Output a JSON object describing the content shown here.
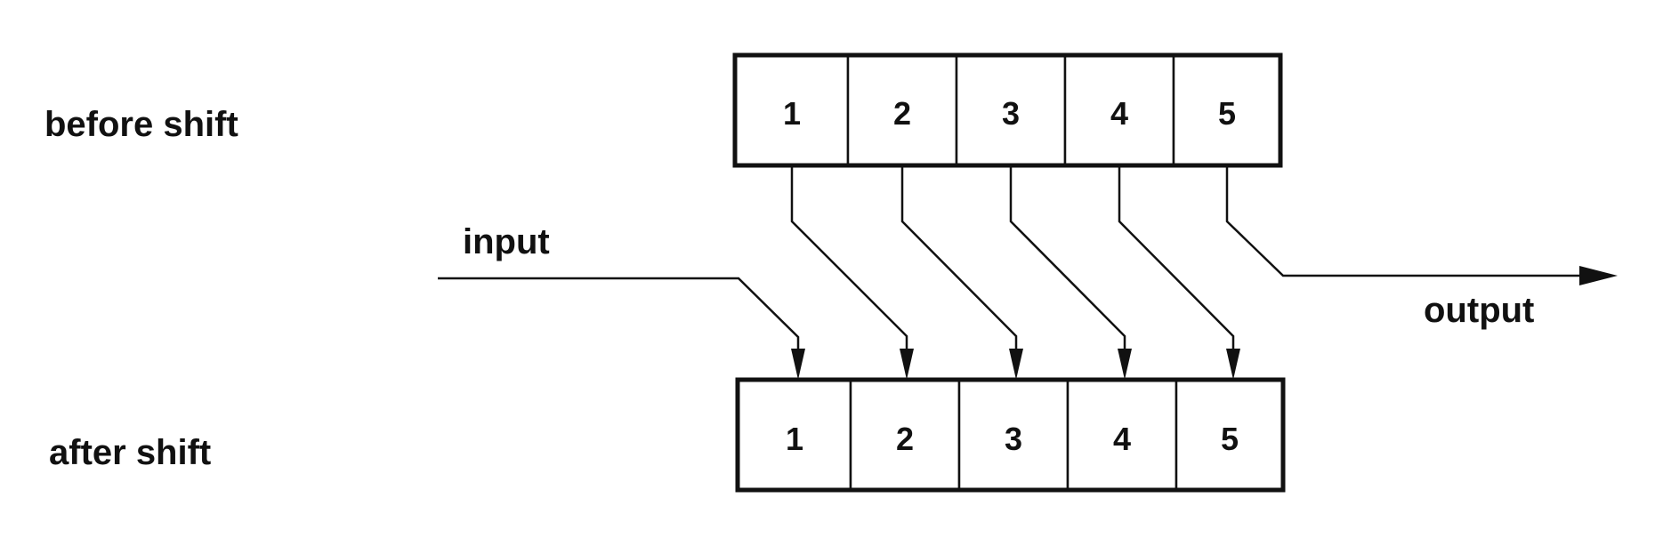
{
  "labels": {
    "before": "before shift",
    "after": "after shift",
    "input": "input",
    "output": "output"
  },
  "register_before": {
    "cells": [
      "1",
      "2",
      "3",
      "4",
      "5"
    ]
  },
  "register_after": {
    "cells": [
      "1",
      "2",
      "3",
      "4",
      "5"
    ]
  },
  "colors": {
    "ink": "#111111",
    "background": "#ffffff"
  }
}
